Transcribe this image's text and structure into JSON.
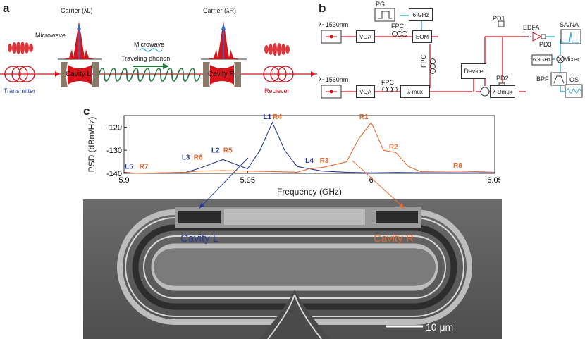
{
  "panels": {
    "a": "a",
    "b": "b",
    "c": "c"
  },
  "panel_a": {
    "carrier_left": "Carrier (λL)",
    "carrier_right": "Carrier (λR)",
    "microwave": "Microwave",
    "microwave_mid": "Microwave",
    "traveling_phonon": "Traveling phonon",
    "cavity_left": "Cavity L",
    "cavity_right": "Cavity R",
    "transmitter": "Transmitter",
    "receiver": "Reciever"
  },
  "panel_b": {
    "pg": "PG",
    "ghz6_top": "6 GHz",
    "laser1": "λ~1530nm",
    "laser2": "λ~1560nm",
    "voa1": "VOA",
    "voa2": "VOA",
    "fpc1": "FPC",
    "fpc2": "FPC",
    "fpc_vert": "FPC",
    "eom": "EOM",
    "lmux": "λ-mux",
    "device": "Device",
    "ldmux": "λ-Dmux",
    "pd1": "PD1",
    "pd2": "PD2",
    "pd3": "PD3",
    "edfa": "EDFA",
    "sana": "SA/NA",
    "ghz63": "6.3GHz",
    "mixer": "Mixer",
    "bpf": "BPF",
    "os": "OS"
  },
  "chart_data": {
    "type": "line",
    "xlabel": "Frequency (GHz)",
    "ylabel": "PSD (dBm/Hz)",
    "xlim": [
      5.9,
      6.05
    ],
    "ylim": [
      -140,
      -115
    ],
    "xticks": [
      "5.9",
      "5.95",
      "6",
      "6.05"
    ],
    "yticks": [
      "-120",
      "-130",
      "-140"
    ],
    "series": [
      {
        "name": "",
        "color": "#2b3a9a",
        "x": [
          5.9,
          5.905,
          5.915,
          5.925,
          5.93,
          5.935,
          5.94,
          5.945,
          5.95,
          5.955,
          5.96,
          5.965,
          5.97,
          5.975,
          5.98,
          5.99,
          6.0,
          6.01,
          6.02,
          6.05
        ],
        "y": [
          -139.5,
          -140,
          -139.8,
          -139.5,
          -138,
          -136,
          -134,
          -136,
          -138,
          -130,
          -118,
          -130,
          -137,
          -138,
          -139,
          -139.5,
          -139.8,
          -139.6,
          -139.7,
          -139.8
        ]
      },
      {
        "name": "",
        "color": "#e86a2f",
        "x": [
          5.9,
          5.905,
          5.915,
          5.925,
          5.93,
          5.94,
          5.95,
          5.96,
          5.97,
          5.975,
          5.98,
          5.99,
          5.995,
          6.0,
          6.005,
          6.01,
          6.015,
          6.02,
          6.035,
          6.05
        ],
        "y": [
          -139.8,
          -140,
          -139.8,
          -139.5,
          -139,
          -138.8,
          -139,
          -139.2,
          -139.5,
          -138,
          -137.5,
          -135,
          -125,
          -118,
          -130,
          -131,
          -137,
          -139.2,
          -139,
          -139.5
        ]
      }
    ],
    "annotations": [
      {
        "text": "L1",
        "x": 5.958,
        "y": -116.5,
        "color": "#2b3a9a"
      },
      {
        "text": "R4",
        "x": 5.962,
        "y": -116.5,
        "color": "#e86a2f"
      },
      {
        "text": "L2",
        "x": 5.937,
        "y": -131,
        "color": "#2b3a9a"
      },
      {
        "text": "R5",
        "x": 5.942,
        "y": -131,
        "color": "#e86a2f"
      },
      {
        "text": "L3",
        "x": 5.925,
        "y": -134,
        "color": "#2b3a9a"
      },
      {
        "text": "R6",
        "x": 5.93,
        "y": -134,
        "color": "#e86a2f"
      },
      {
        "text": "L4",
        "x": 5.975,
        "y": -135.5,
        "color": "#2b3a9a"
      },
      {
        "text": "R3",
        "x": 5.981,
        "y": -135.5,
        "color": "#e86a2f"
      },
      {
        "text": "L5",
        "x": 5.902,
        "y": -138,
        "color": "#2b3a9a"
      },
      {
        "text": "R7",
        "x": 5.908,
        "y": -138,
        "color": "#e86a2f"
      },
      {
        "text": "R1",
        "x": 5.997,
        "y": -116.5,
        "color": "#e86a2f"
      },
      {
        "text": "R2",
        "x": 6.009,
        "y": -129.5,
        "color": "#e86a2f"
      },
      {
        "text": "R8",
        "x": 6.035,
        "y": -137.5,
        "color": "#e86a2f"
      }
    ]
  },
  "sem": {
    "cavity_left": "Cavity L",
    "cavity_right": "Cavity R",
    "scale_bar": "10 μm"
  },
  "colors": {
    "red": "#d7141c",
    "blue_series": "#2b3a9a",
    "orange_series": "#e86a2f",
    "green": "#1f7a3a",
    "cyan": "#2aa3d8"
  }
}
